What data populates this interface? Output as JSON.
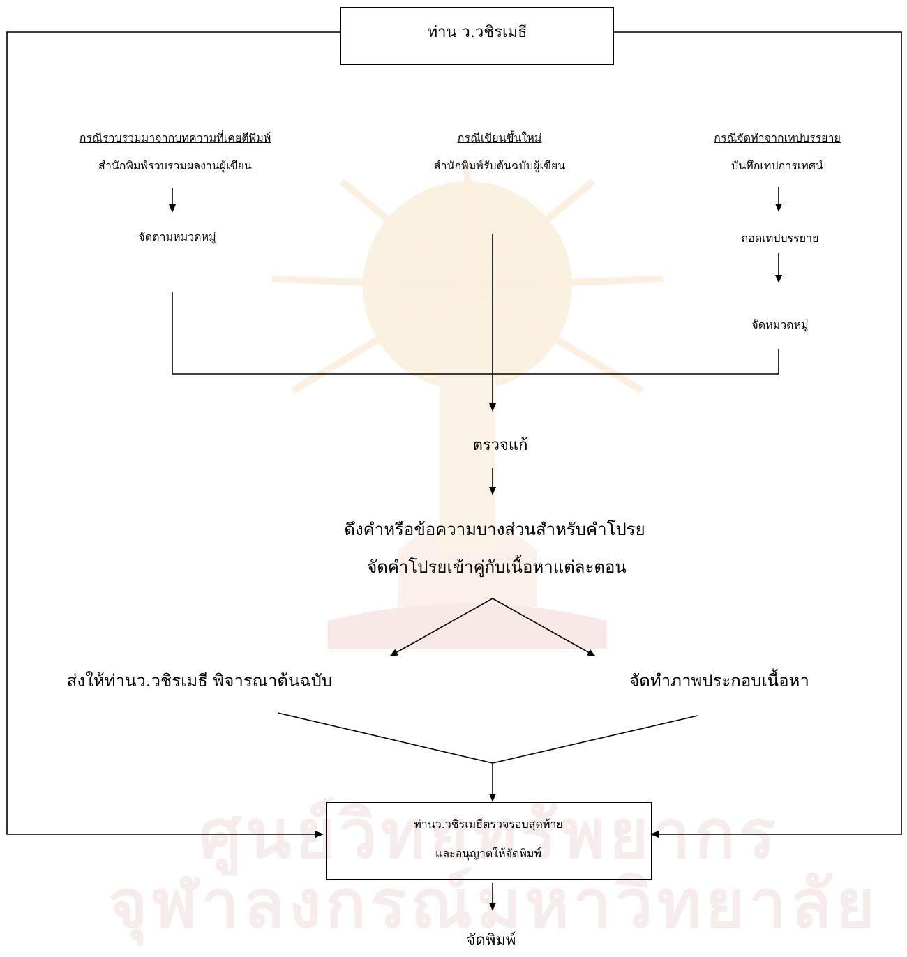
{
  "watermark": {
    "line1": "ศูนย์วิทยทรัพยากร",
    "line2": "จุฬาลงกรณ์มหาวิทยาลัย",
    "emblem": "emblem-icon",
    "color": "#f7ecec"
  },
  "top_box": {
    "label": "ท่าน ว.วชิรเมธี"
  },
  "branches": {
    "left": {
      "heading": "กรณีรวบรวมมาจากบทความที่เคยตีพิมพ์",
      "desc": "สำนักพิมพ์รวบรวมผลงานผู้เขียน",
      "step1": "จัดตามหมวดหมู่"
    },
    "middle": {
      "heading": "กรณีเขียนขึ้นใหม่",
      "desc": "สำนักพิมพ์รับต้นฉบับผู้เขียน"
    },
    "right": {
      "heading": "กรณีจัดทำจากเทปบรรยาย",
      "desc": "บันทึกเทปการเทศน์",
      "step1": "ถอดเทปบรรยาย",
      "step2": "จัดหมวดหมู่"
    }
  },
  "review": "ตรวจแก้",
  "caption_line1": "ดึงคำหรือข้อความบางส่วนสำหรับคำโปรย",
  "caption_line2": "จัดคำโปรยเข้าคู่กับเนื้อหาแต่ละตอน",
  "split_left": "ส่งให้ท่านว.วชิรเมธี พิจารณาต้นฉบับ",
  "split_right": "จัดทำภาพประกอบเนื้อหา",
  "final_box": {
    "line1": "ท่านว.วชิรเมธีตรวจรอบสุดท้าย",
    "line2": "และอนุญาตให้จัดพิมพ์"
  },
  "print": "จัดพิมพ์"
}
